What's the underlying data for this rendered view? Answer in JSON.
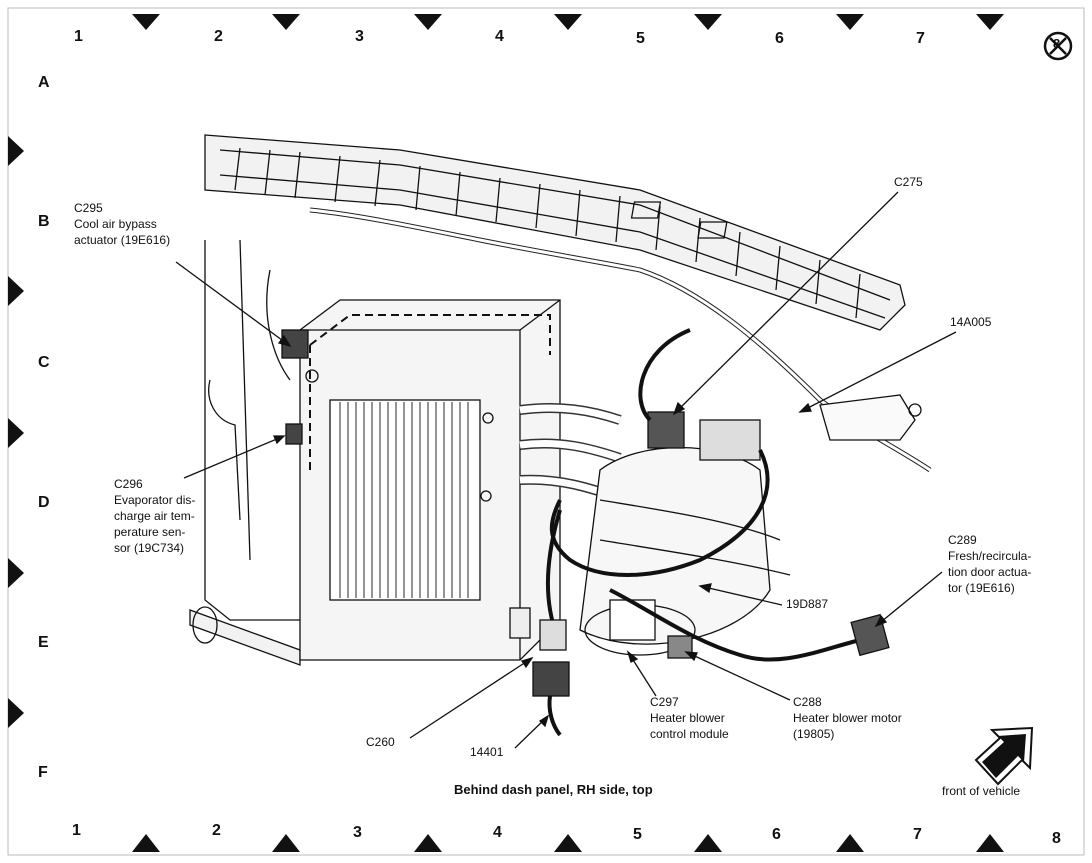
{
  "grid": {
    "top_numbers": [
      "1",
      "2",
      "3",
      "4",
      "5",
      "6",
      "7"
    ],
    "bottom_numbers": [
      "1",
      "2",
      "3",
      "4",
      "5",
      "6",
      "7",
      "8"
    ],
    "letters": [
      "A",
      "B",
      "C",
      "D",
      "E",
      "F"
    ],
    "corner_mark": "8"
  },
  "callouts": {
    "c295": {
      "id": "C295",
      "lines": [
        "Cool air bypass",
        "actuator (19E616)"
      ]
    },
    "c296": {
      "id": "C296",
      "lines": [
        "Evaporator dis-",
        "charge air tem-",
        "perature sen-",
        "sor (19C734)"
      ]
    },
    "c275": {
      "id": "C275"
    },
    "p14a005": {
      "id": "14A005"
    },
    "c289": {
      "id": "C289",
      "lines": [
        "Fresh/recircula-",
        "tion door actua-",
        "tor (19E616)"
      ]
    },
    "p19d887": {
      "id": "19D887"
    },
    "c297": {
      "id": "C297",
      "lines": [
        "Heater blower",
        "control module"
      ]
    },
    "c288": {
      "id": "C288",
      "lines": [
        "Heater blower motor",
        "(19805)"
      ]
    },
    "c260": {
      "id": "C260"
    },
    "p14401": {
      "id": "14401"
    }
  },
  "caption": "Behind dash panel, RH side, top",
  "front_note": "front of vehicle",
  "colors": {
    "ink": "#111111",
    "paper": "#ffffff",
    "shade": "#cfcfcf"
  }
}
